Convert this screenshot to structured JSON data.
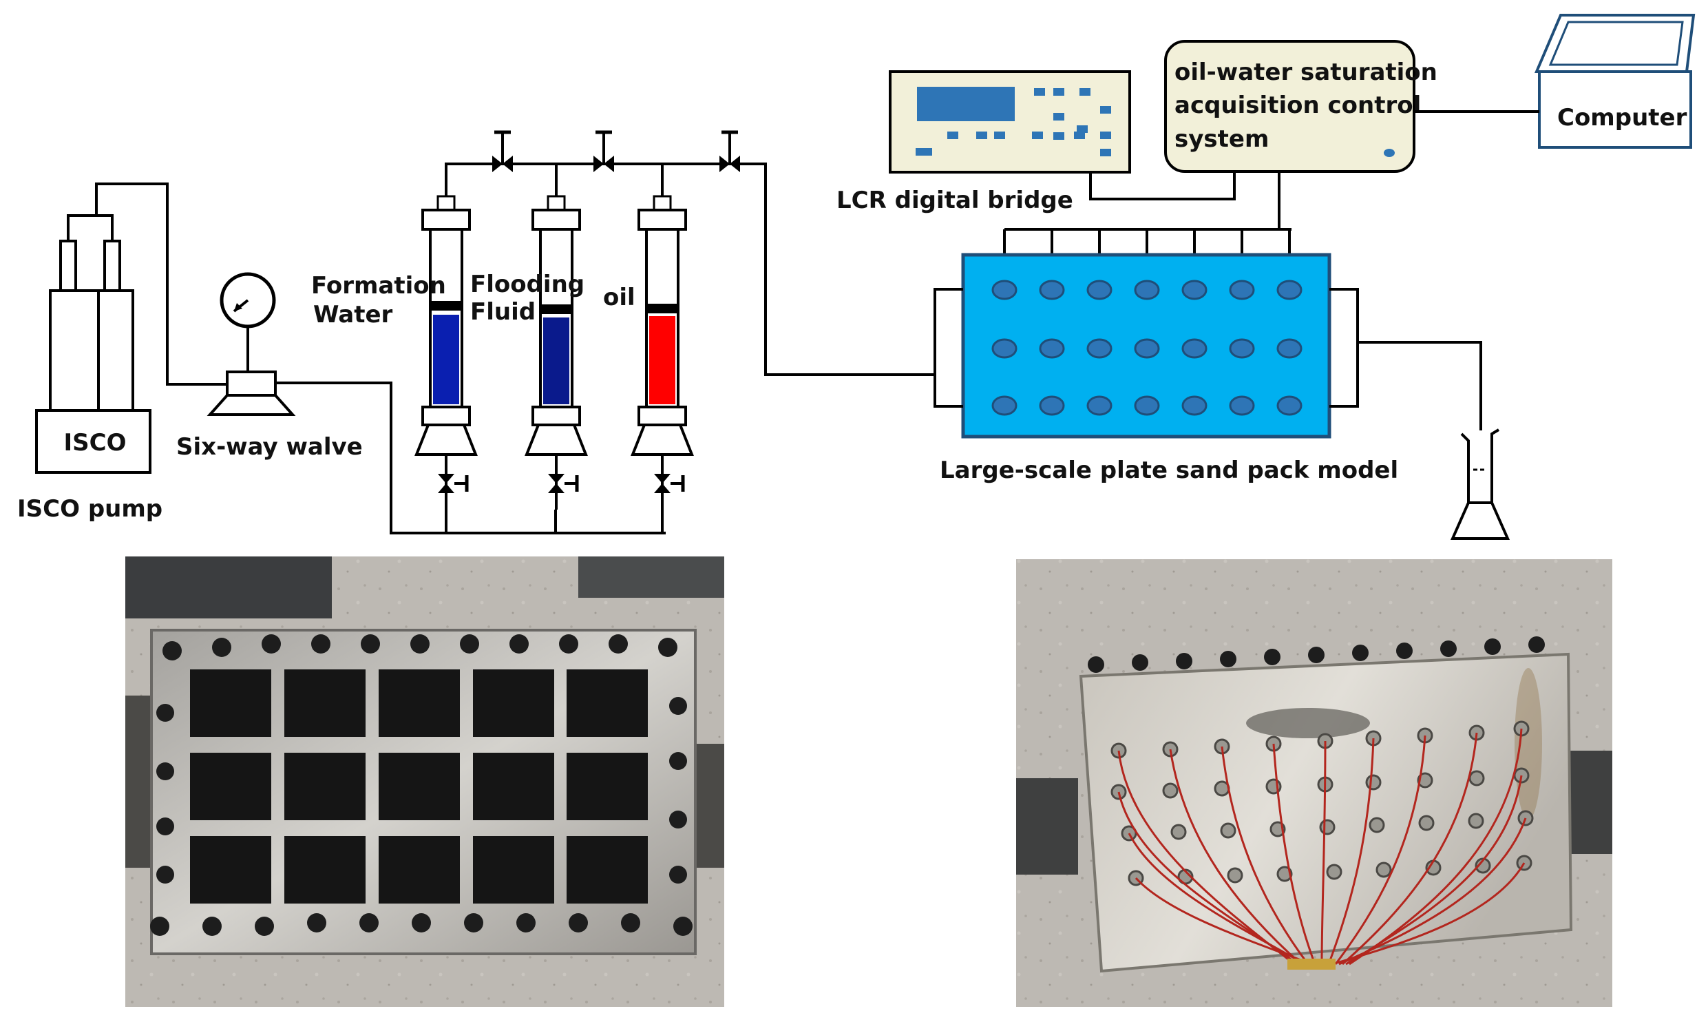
{
  "labels": {
    "isco_box": "ISCO",
    "isco_pump": "ISCO pump",
    "six_way": "Six-way walve",
    "formation_water_l1": "Formation",
    "formation_water_l2": "Water",
    "flooding_fluid_l1": "Flooding",
    "flooding_fluid_l2": "Fluid",
    "oil": "oil",
    "lcr": "LCR digital bridge",
    "acq_l1": "oil-water saturation",
    "acq_l2": "acquisition control",
    "acq_l3": "system",
    "computer": "Computer",
    "sand_pack": "Large-scale plate sand pack model"
  },
  "colors": {
    "formation_water": "#0a1fb0",
    "flooding_fluid": "#0a1a8c",
    "oil": "#ff0000",
    "sand_pack": "#00b0f0",
    "electrode": "#2e75b6",
    "lcr_panel": "#f2f0d9",
    "lcr_screen": "#2e75b6",
    "acq_panel": "#f2f0d9",
    "computer_border": "#1f4e79"
  },
  "icons": {
    "pressure_gauge": "gauge-icon",
    "valve": "bowtie-valve-icon",
    "graduated_cylinder": "measuring-cylinder-icon"
  }
}
